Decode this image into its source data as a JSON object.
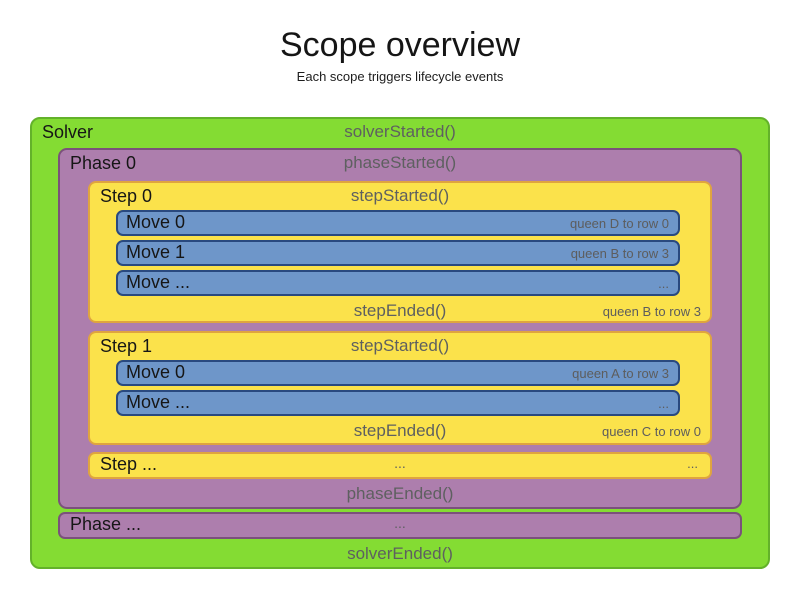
{
  "title": "Scope overview",
  "subtitle": "Each scope triggers lifecycle events",
  "colors": {
    "solver_fill": "#84dc33",
    "solver_border": "#63b22a",
    "phase_fill": "#ad7ead",
    "phase_border": "#7b517b",
    "step_fill": "#fbe24b",
    "step_border": "#dfa43f",
    "move_fill": "#6e96c9",
    "move_border": "#29497f",
    "label_text": "#161616",
    "event_text": "#5e6060"
  },
  "solver": {
    "label": "Solver",
    "started": "solverStarted()",
    "ended": "solverEnded()",
    "phase0": {
      "label": "Phase 0",
      "started": "phaseStarted()",
      "ended": "phaseEnded()",
      "steps": [
        {
          "label": "Step 0",
          "started": "stepStarted()",
          "ended": "stepEnded()",
          "ended_note": "queen B to row 3",
          "moves": [
            {
              "label": "Move 0",
              "note": "queen D to row 0"
            },
            {
              "label": "Move 1",
              "note": "queen B to row 3"
            },
            {
              "label": "Move ...",
              "note": "..."
            }
          ]
        },
        {
          "label": "Step 1",
          "started": "stepStarted()",
          "ended": "stepEnded()",
          "ended_note": "queen C to row 0",
          "moves": [
            {
              "label": "Move 0",
              "note": "queen A to row 3"
            },
            {
              "label": "Move ...",
              "note": "..."
            }
          ]
        }
      ],
      "step_more": {
        "label": "Step ...",
        "center": "...",
        "right": "..."
      }
    },
    "phase_more": {
      "label": "Phase ...",
      "center": "..."
    }
  }
}
